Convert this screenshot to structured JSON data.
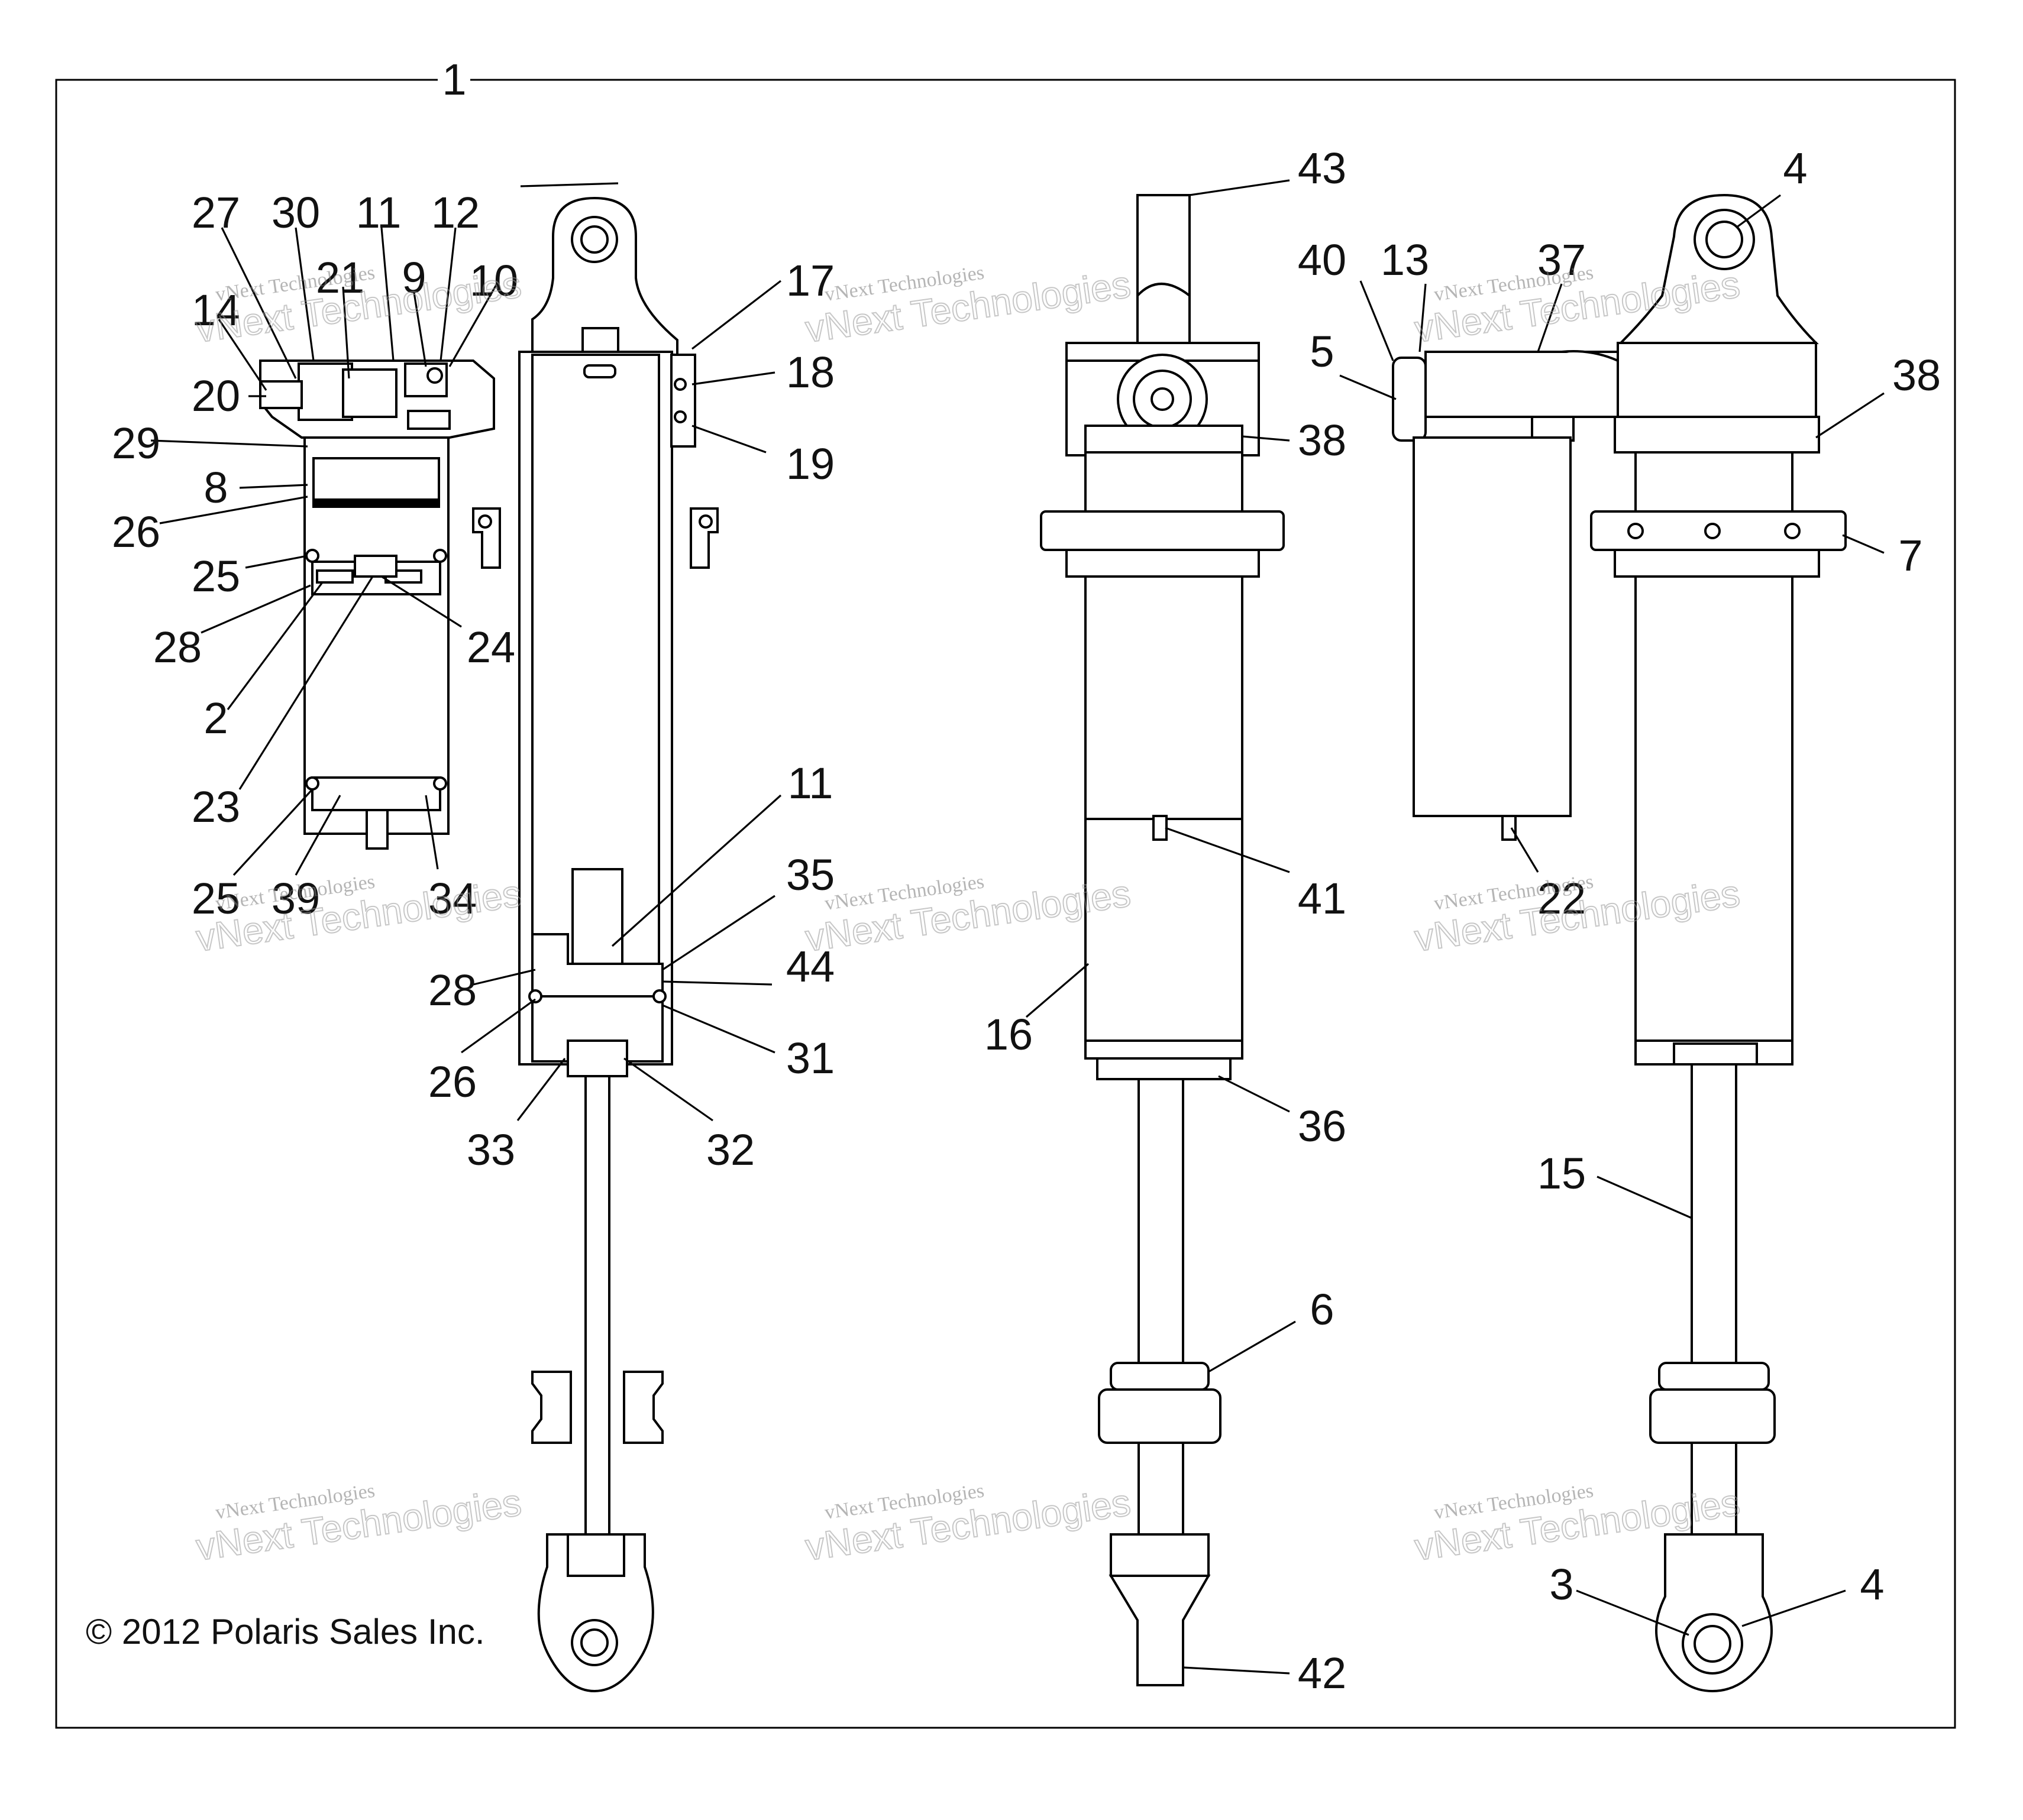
{
  "diagram": {
    "copyright": "© 2012 Polaris Sales Inc.",
    "watermark_line1": "vNext Technologies",
    "watermark_line2": "vNext Technologies",
    "callouts": [
      {
        "id": "c1",
        "label": "1"
      },
      {
        "id": "c27",
        "label": "27"
      },
      {
        "id": "c30",
        "label": "30"
      },
      {
        "id": "c11a",
        "label": "11"
      },
      {
        "id": "c12",
        "label": "12"
      },
      {
        "id": "c21",
        "label": "21"
      },
      {
        "id": "c9",
        "label": "9"
      },
      {
        "id": "c10",
        "label": "10"
      },
      {
        "id": "c14",
        "label": "14"
      },
      {
        "id": "c20",
        "label": "20"
      },
      {
        "id": "c29",
        "label": "29"
      },
      {
        "id": "c8",
        "label": "8"
      },
      {
        "id": "c26a",
        "label": "26"
      },
      {
        "id": "c25a",
        "label": "25"
      },
      {
        "id": "c28a",
        "label": "28"
      },
      {
        "id": "c2",
        "label": "2"
      },
      {
        "id": "c24",
        "label": "24"
      },
      {
        "id": "c23",
        "label": "23"
      },
      {
        "id": "c25b",
        "label": "25"
      },
      {
        "id": "c39",
        "label": "39"
      },
      {
        "id": "c34",
        "label": "34"
      },
      {
        "id": "c17",
        "label": "17"
      },
      {
        "id": "c18",
        "label": "18"
      },
      {
        "id": "c19",
        "label": "19"
      },
      {
        "id": "c11b",
        "label": "11"
      },
      {
        "id": "c35",
        "label": "35"
      },
      {
        "id": "c28b",
        "label": "28"
      },
      {
        "id": "c44",
        "label": "44"
      },
      {
        "id": "c26b",
        "label": "26"
      },
      {
        "id": "c31",
        "label": "31"
      },
      {
        "id": "c33",
        "label": "33"
      },
      {
        "id": "c32",
        "label": "32"
      },
      {
        "id": "c43",
        "label": "43"
      },
      {
        "id": "c40",
        "label": "40"
      },
      {
        "id": "c13",
        "label": "13"
      },
      {
        "id": "c37",
        "label": "37"
      },
      {
        "id": "c4a",
        "label": "4"
      },
      {
        "id": "c5",
        "label": "5"
      },
      {
        "id": "c38a",
        "label": "38"
      },
      {
        "id": "c38b",
        "label": "38"
      },
      {
        "id": "c7",
        "label": "7"
      },
      {
        "id": "c41",
        "label": "41"
      },
      {
        "id": "c22",
        "label": "22"
      },
      {
        "id": "c16",
        "label": "16"
      },
      {
        "id": "c36",
        "label": "36"
      },
      {
        "id": "c15",
        "label": "15"
      },
      {
        "id": "c6",
        "label": "6"
      },
      {
        "id": "c3",
        "label": "3"
      },
      {
        "id": "c4b",
        "label": "4"
      },
      {
        "id": "c42",
        "label": "42"
      }
    ]
  }
}
